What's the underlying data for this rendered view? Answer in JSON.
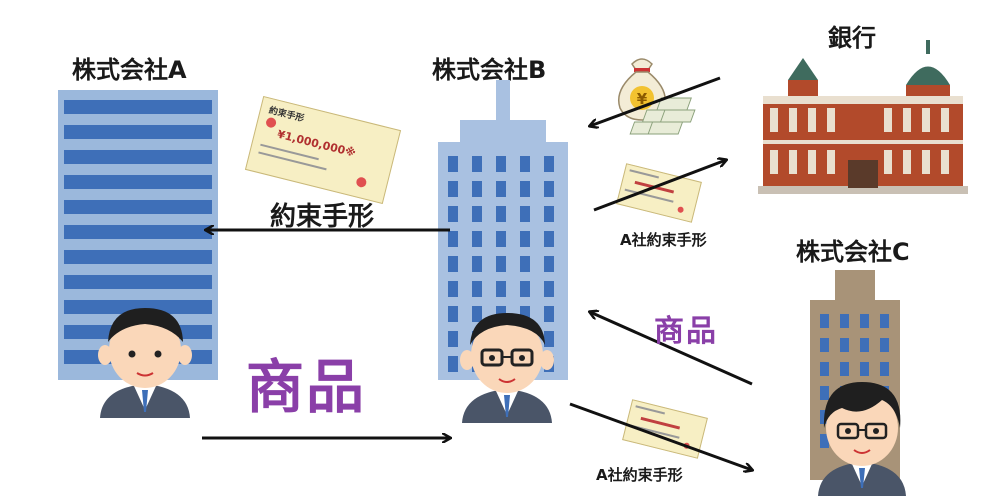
{
  "companies": {
    "a": {
      "name": "株式会社A"
    },
    "b": {
      "name": "株式会社B"
    },
    "c": {
      "name": "株式会社C"
    }
  },
  "bank": {
    "name": "銀行"
  },
  "flows": {
    "promissory_note_label": "約束手形",
    "goods_label_large": "商品",
    "goods_label_small": "商品",
    "a_note_to_bank_label": "A社約束手形",
    "a_note_to_c_label": "A社約束手形"
  },
  "note_card": {
    "title": "約束手形",
    "amount": "¥1,000,000※"
  },
  "icons": {
    "money_bag": "yen-money-bag-icon",
    "cash_stack": "cash-stack-icon"
  },
  "colors": {
    "building_blue": "#9bb8dc",
    "building_window": "#3e6fb8",
    "building_brown": "#a89378",
    "bank_brick": "#b24a2b",
    "goods_purple": "#8a3fa8",
    "note_yellow": "#f7efc4"
  }
}
